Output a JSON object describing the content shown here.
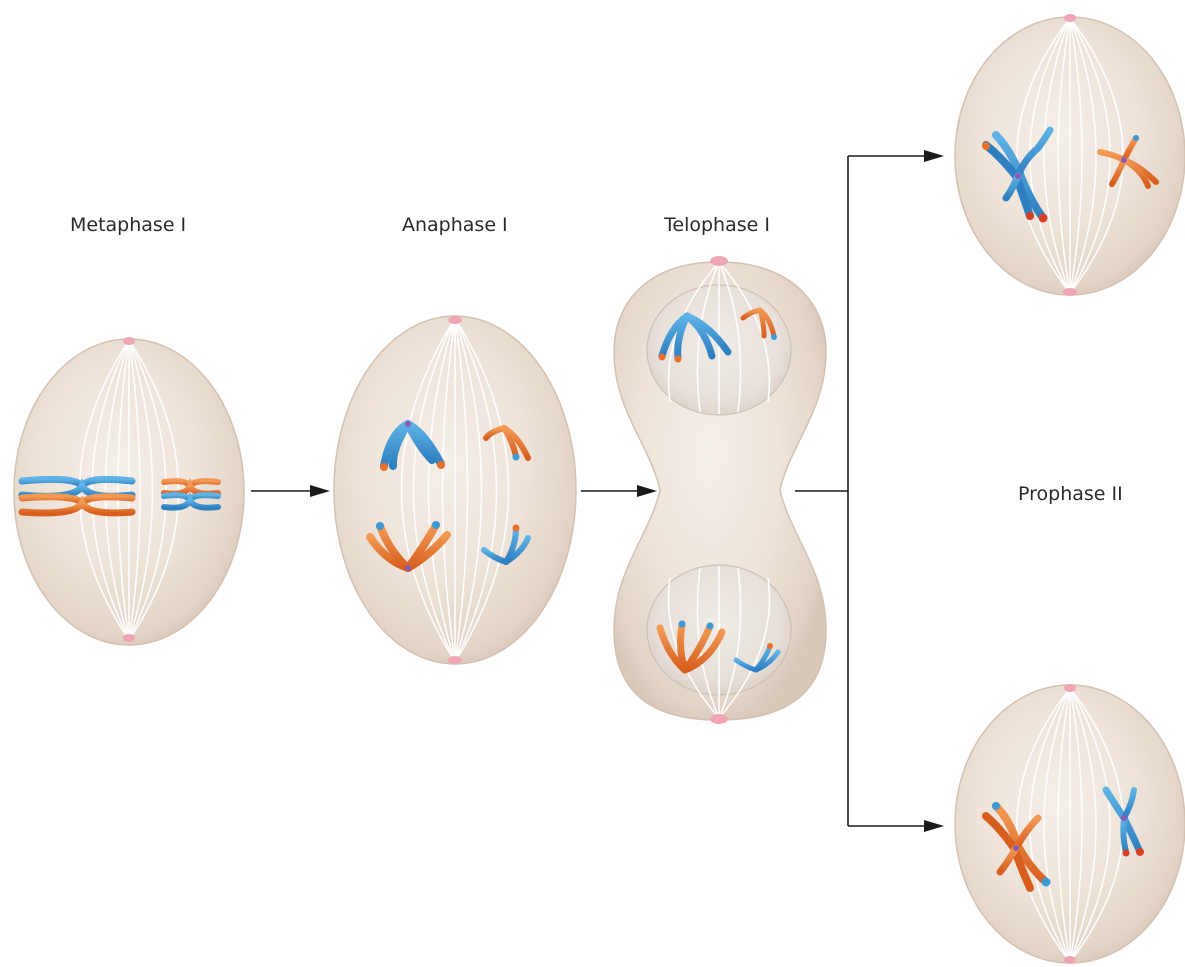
{
  "labels": {
    "metaphase_1": "Metaphase I",
    "anaphase_1": "Anaphase I",
    "telophase_1": "Telophase I",
    "prophase_2": "Prophase II"
  },
  "colors": {
    "cell_fill": "#efe5dc",
    "cell_edge": "#dccbbd",
    "chromosome_blue": "#3d9ad6",
    "chromosome_orange": "#e8702a",
    "chromosome_red_tip": "#d8402a",
    "centrosome": "#f0a5b5",
    "arrow": "#1a1a1a"
  }
}
